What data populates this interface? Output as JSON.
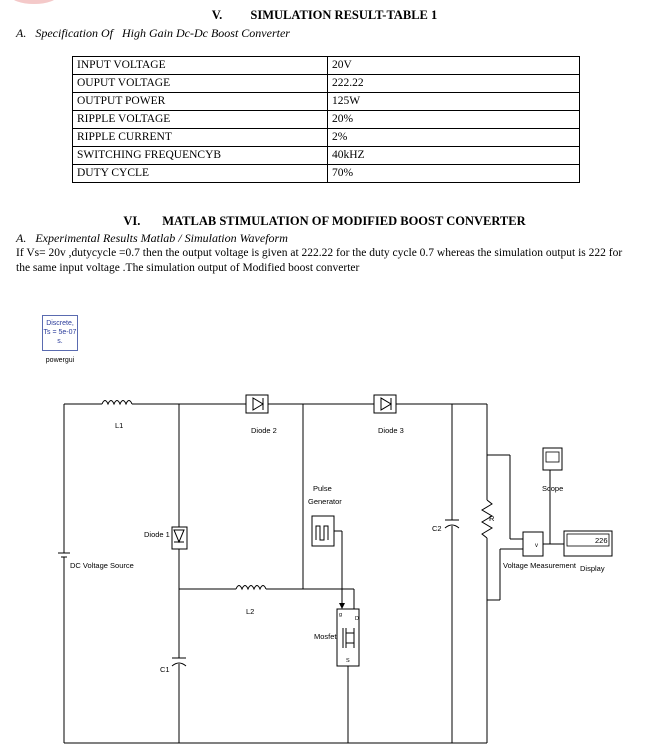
{
  "section5": {
    "heading": "V.         SIMULATION RESULT-TABLE 1"
  },
  "subsection_a1": "A.   Specification Of   High Gain Dc-Dc Boost Converter",
  "spec_table": [
    {
      "param": "INPUT VOLTAGE",
      "value": "20V"
    },
    {
      "param": "OUPUT VOLTAGE",
      "value": "222.22"
    },
    {
      "param": "OUTPUT POWER",
      "value": "125W"
    },
    {
      "param": "RIPPLE VOLTAGE",
      "value": "20%"
    },
    {
      "param": "RIPPLE CURRENT",
      "value": "2%"
    },
    {
      "param": "SWITCHING FREQUENCYB",
      "value": "40kHZ"
    },
    {
      "param": "DUTY CYCLE",
      "value": "70%"
    }
  ],
  "section6": {
    "heading": "VI.       MATLAB STIMULATION OF MODIFIED BOOST CONVERTER"
  },
  "subsection_a2": "A.   Experimental Results Matlab / Simulation Waveform",
  "paragraph": "If Vs= 20v ,dutycycle =0.7 then the output voltage is given at  222.22 for the duty cycle 0.7 whereas  the  simulation output is 222 for the same input voltage .The simulation output of Modified boost converter",
  "powergui": {
    "line1": "Discrete,",
    "line2": "Ts = 5e-07 s.",
    "label": "powergui"
  },
  "circuit": {
    "L1": "L1",
    "L2": "L2",
    "diode1": "Diode 1",
    "diode2": "Diode 2",
    "diode3": "Diode 3",
    "C1": "C1",
    "C2": "C2",
    "R": "R",
    "source": "DC Voltage Source",
    "pulse_line1": "Pulse",
    "pulse_line2": "Generator",
    "mosfet": "Mosfet",
    "scope": "Scope",
    "vm": "Voltage Measurement",
    "display": "Display",
    "display_value": "226",
    "vm_port": "v",
    "mosfet_d": "D",
    "mosfet_s": "S",
    "mosfet_g": "g"
  }
}
